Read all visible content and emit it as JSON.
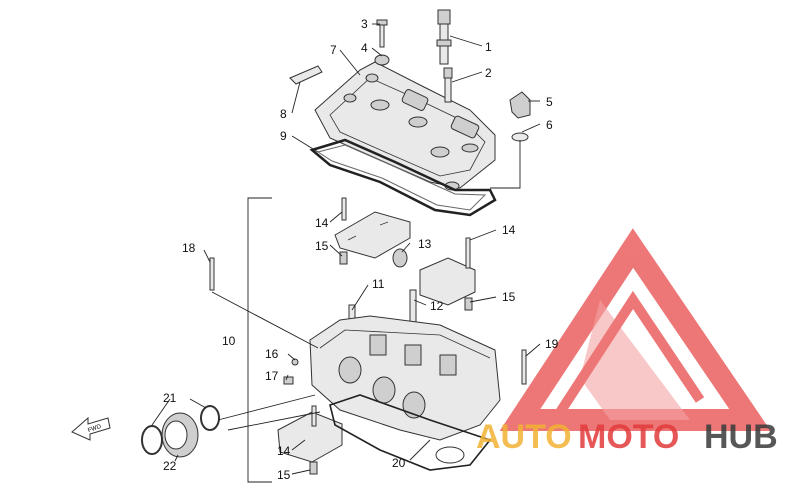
{
  "diagram": {
    "callouts": [
      {
        "id": "c1",
        "label": "1"
      },
      {
        "id": "c2",
        "label": "2"
      },
      {
        "id": "c3",
        "label": "3"
      },
      {
        "id": "c4",
        "label": "4"
      },
      {
        "id": "c5",
        "label": "5"
      },
      {
        "id": "c6",
        "label": "6"
      },
      {
        "id": "c7",
        "label": "7"
      },
      {
        "id": "c8",
        "label": "8"
      },
      {
        "id": "c9",
        "label": "9"
      },
      {
        "id": "c10",
        "label": "10"
      },
      {
        "id": "c11",
        "label": "11"
      },
      {
        "id": "c12",
        "label": "12"
      },
      {
        "id": "c13",
        "label": "13"
      },
      {
        "id": "c14a",
        "label": "14"
      },
      {
        "id": "c14b",
        "label": "14"
      },
      {
        "id": "c14c",
        "label": "14"
      },
      {
        "id": "c15a",
        "label": "15"
      },
      {
        "id": "c15b",
        "label": "15"
      },
      {
        "id": "c15c",
        "label": "15"
      },
      {
        "id": "c16",
        "label": "16"
      },
      {
        "id": "c17",
        "label": "17"
      },
      {
        "id": "c18",
        "label": "18"
      },
      {
        "id": "c19",
        "label": "19"
      },
      {
        "id": "c20",
        "label": "20"
      },
      {
        "id": "c21",
        "label": "21"
      },
      {
        "id": "c22",
        "label": "22"
      }
    ],
    "fwd_label": "FWD"
  },
  "watermark": {
    "text_a": "AUTO",
    "text_b": "MOTO",
    "text_c": "HUB",
    "colors": {
      "auto": "#f2b233",
      "moto": "#e23a3a",
      "hub": "#3a3a3a",
      "triangle": "#e84a4a"
    }
  }
}
